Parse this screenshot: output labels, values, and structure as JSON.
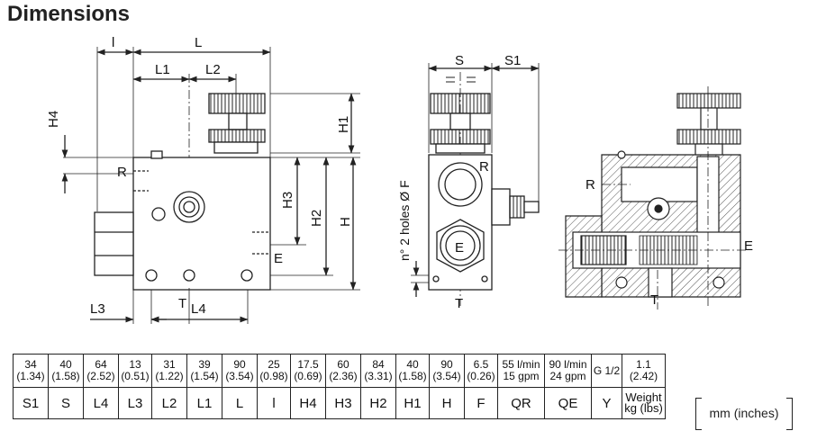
{
  "page": {
    "title": "Dimensions"
  },
  "front_view": {
    "labels": {
      "l": "l",
      "L": "L",
      "L1": "L1",
      "L2": "L2",
      "H4": "H4",
      "R": "R",
      "E": "E",
      "H3": "H3",
      "H2": "H2",
      "H": "H",
      "H1": "H1",
      "L3": "L3",
      "L4": "L4",
      "T": "T"
    }
  },
  "side_view": {
    "labels": {
      "S": "S",
      "S1": "S1",
      "holes": "n° 2 holes Ø F",
      "R": "R",
      "E": "E",
      "T": "T"
    }
  },
  "section_view": {
    "labels": {
      "R": "R",
      "E": "E",
      "T": "T"
    }
  },
  "table": {
    "columns": [
      {
        "value": "34",
        "inches": "(1.34)",
        "symbol": "S1"
      },
      {
        "value": "40",
        "inches": "(1.58)",
        "symbol": "S"
      },
      {
        "value": "64",
        "inches": "(2.52)",
        "symbol": "L4"
      },
      {
        "value": "13",
        "inches": "(0.51)",
        "symbol": "L3"
      },
      {
        "value": "31",
        "inches": "(1.22)",
        "symbol": "L2"
      },
      {
        "value": "39",
        "inches": "(1.54)",
        "symbol": "L1"
      },
      {
        "value": "90",
        "inches": "(3.54)",
        "symbol": "L"
      },
      {
        "value": "25",
        "inches": "(0.98)",
        "symbol": "l"
      },
      {
        "value": "17.5",
        "inches": "(0.69)",
        "symbol": "H4"
      },
      {
        "value": "60",
        "inches": "(2.36)",
        "symbol": "H3"
      },
      {
        "value": "84",
        "inches": "(3.31)",
        "symbol": "H2"
      },
      {
        "value": "40",
        "inches": "(1.58)",
        "symbol": "H1"
      },
      {
        "value": "90",
        "inches": "(3.54)",
        "symbol": "H"
      },
      {
        "value": "6.5",
        "inches": "(0.26)",
        "symbol": "F"
      },
      {
        "value": "55 l/min",
        "inches": "15 gpm",
        "symbol": "QR"
      },
      {
        "value": "90 l/min",
        "inches": "24 gpm",
        "symbol": "QE"
      },
      {
        "value": "G 1/2",
        "inches": "",
        "symbol": "Y"
      },
      {
        "value": "1.1",
        "inches": "(2.42)",
        "symbol": "Weight",
        "symbol2": "kg (lbs)"
      }
    ]
  },
  "units_note": "mm (inches)"
}
